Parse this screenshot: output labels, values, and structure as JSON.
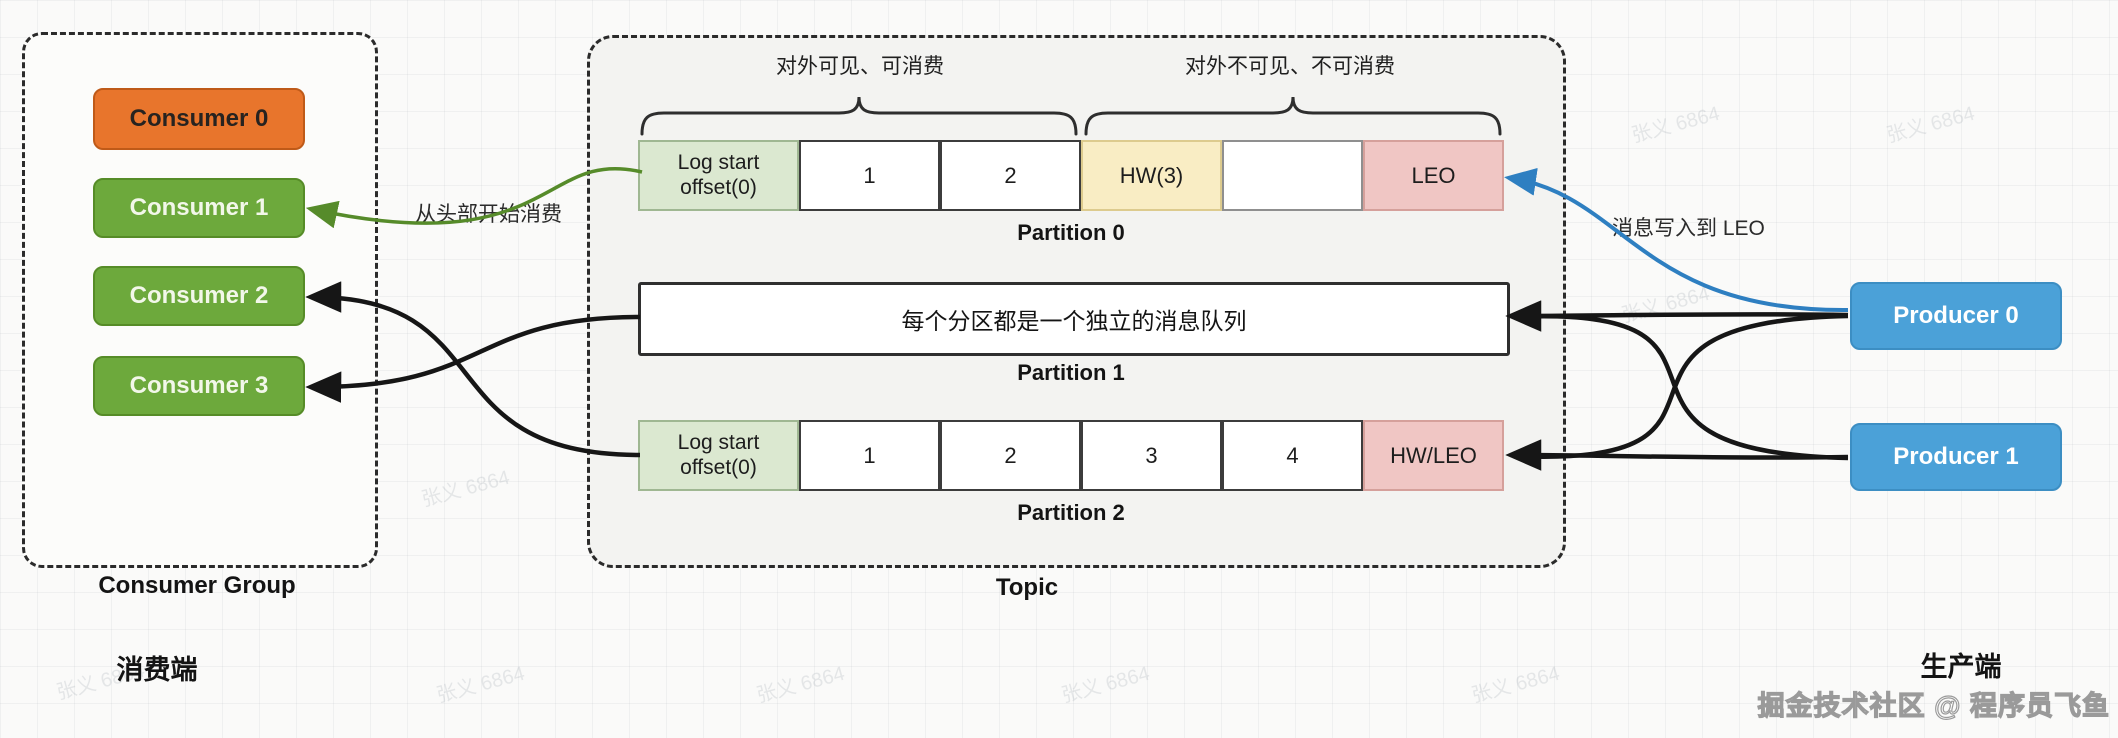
{
  "consumer_group": {
    "label": "Consumer Group",
    "side_label": "消费端",
    "consumers": [
      {
        "label": "Consumer 0"
      },
      {
        "label": "Consumer 1"
      },
      {
        "label": "Consumer 2"
      },
      {
        "label": "Consumer 3"
      }
    ]
  },
  "topic": {
    "label": "Topic",
    "annotations": {
      "visible": "对外可见、可消费",
      "invisible": "对外不可见、不可消费"
    },
    "partitions": [
      {
        "name": "Partition 0",
        "cells": [
          {
            "text": "Log start offset(0)"
          },
          {
            "text": "1"
          },
          {
            "text": "2"
          },
          {
            "text": "HW(3)"
          },
          {
            "text": ""
          },
          {
            "text": "LEO"
          }
        ]
      },
      {
        "name": "Partition 1",
        "message": "每个分区都是一个独立的消息队列"
      },
      {
        "name": "Partition 2",
        "cells": [
          {
            "text": "Log start offset(0)"
          },
          {
            "text": "1"
          },
          {
            "text": "2"
          },
          {
            "text": "3"
          },
          {
            "text": "4"
          },
          {
            "text": "HW/LEO"
          }
        ]
      }
    ]
  },
  "producers": {
    "side_label": "生产端",
    "items": [
      {
        "label": "Producer 0"
      },
      {
        "label": "Producer 1"
      }
    ]
  },
  "arrows": {
    "consume_label": "从头部开始消费",
    "write_label": "消息写入到 LEO"
  },
  "watermark": {
    "text": "张义 6864",
    "credit": "掘金技术社区 @ 程序员飞鱼"
  },
  "colors": {
    "consumer_orange": "#e8752c",
    "consumer_green": "#6da93c",
    "producer_blue": "#4ba1d8",
    "cell_green": "#dbe8d0",
    "cell_yellow": "#f9edc4",
    "cell_pink": "#f0c6c4",
    "arrow_green": "#568b2a",
    "arrow_blue": "#2e7fc1",
    "arrow_black": "#161616"
  }
}
